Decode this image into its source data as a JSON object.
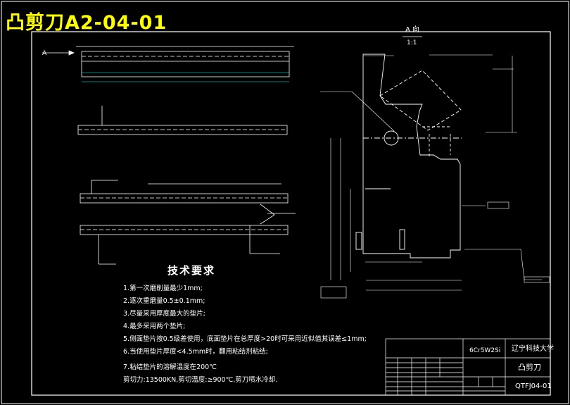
{
  "title": "凸剪刀A2-04-01",
  "view": {
    "label": "A 向",
    "scale": "1:1",
    "arrow": "A"
  },
  "tech": {
    "heading": "技术要求",
    "items": [
      "1.第一次磨削量最少1mm;",
      "2.逐次重磨量0.5±0.1mm;",
      "3.尽量采用厚度最大的垫片;",
      "4.最多采用两个垫片;",
      "5.侧面垫片按0.5级差使用，底面垫片在总厚度>20时可采用近似值其误差≤1mm;",
      "6.当使用垫片厚度<4.5mm时，翻用粘结剂粘结;",
      "7.粘结垫片的溶解温度在200℃",
      "   剪切力:13500KN,剪切温度:≥900℃,剪刀喷水冷却."
    ]
  },
  "titleblock": {
    "material": "6Cr5W2Si",
    "school": "辽宁科技大学",
    "part": "凸剪刀",
    "code": "QTFJ04-01"
  },
  "colors": {
    "title": "#ffff00",
    "line": "#ffffff",
    "dim": "#00ffff",
    "bg": "#000000"
  }
}
